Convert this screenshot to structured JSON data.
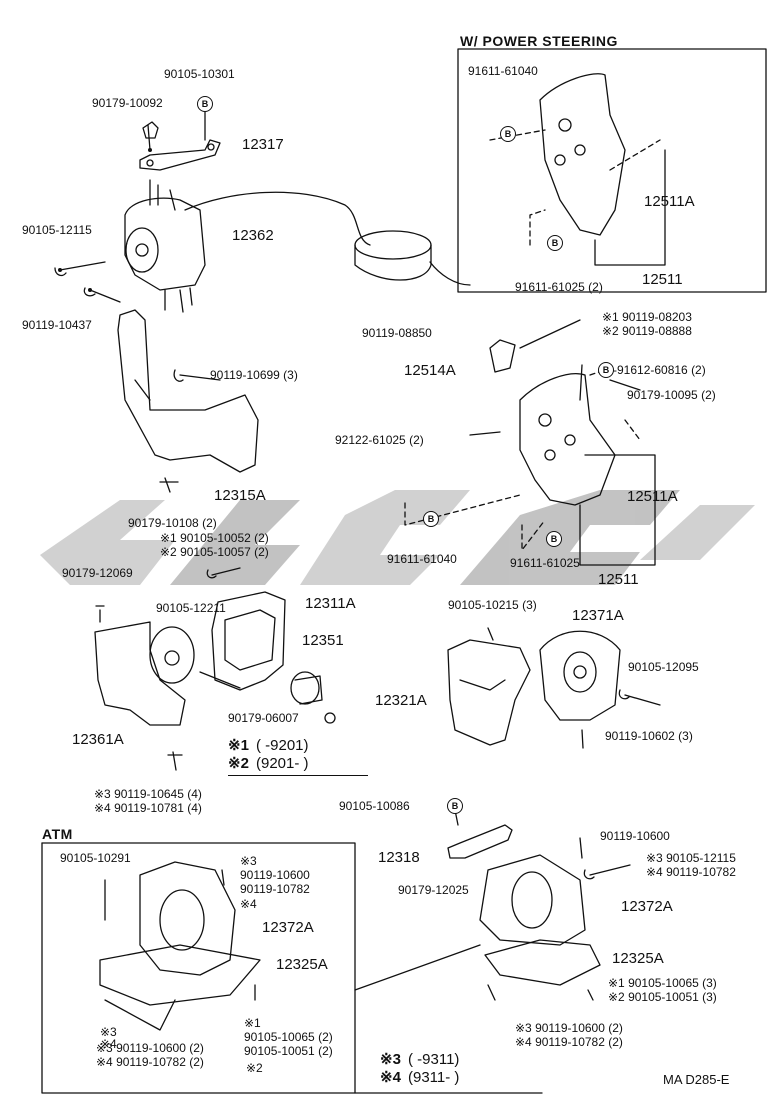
{
  "badge_letter": "B",
  "watermark_colors": [
    "#c9c9c9",
    "#b8b8b8"
  ],
  "sections": {
    "power_steering": "W/ POWER STEERING",
    "atm": "ATM"
  },
  "labels": {
    "p90105_10301": "90105-10301",
    "p90179_10092": "90179-10092",
    "p12317": "12317",
    "p90105_12115": "90105-12115",
    "p12362": "12362",
    "p90119_10437": "90119-10437",
    "p90119_10699": "90119-10699 (3)",
    "p12315A": "12315A",
    "p90179_10108": "90179-10108 (2)",
    "n1_90105_10052": "※1 90105-10052 (2)",
    "n2_90105_10057": "※2 90105-10057 (2)",
    "ps_91611_61040": "91611-61040",
    "ps_12511A": "12511A",
    "ps_91611_61025": "91611-61025 (2)",
    "ps_12511": "12511",
    "p90119_08850": "90119-08850",
    "n1_90119_08203": "※1 90119-08203",
    "n2_90119_08888": "※2 90119-08888",
    "p12514A": "12514A",
    "p91612_60816": "-91612-60816 (2)",
    "p90179_10095": "90179-10095 (2)",
    "p92122_61025": "92122-61025 (2)",
    "m_12511A": "12511A",
    "m_91611_61040": "91611-61040",
    "m_91611_61025": "91611-61025",
    "m_12511": "12511",
    "p90179_12069": "90179-12069",
    "p90105_12211": "90105-12211",
    "p12311A": "12311A",
    "p12351": "12351",
    "p12361A": "12361A",
    "p90179_06007": "90179-06007",
    "n3_90119_10645": "※3 90119-10645 (4)",
    "n4_90119_10781": "※4 90119-10781 (4)",
    "p90105_10215": "90105-10215 (3)",
    "p12371A": "12371A",
    "p90105_12095": "90105-12095",
    "p12321A": "12321A",
    "p90119_10602": "90119-10602 (3)",
    "p90105_10086": "90105-10086",
    "p90119_10600_r": "90119-10600",
    "p12318": "12318",
    "n3_90105_12115": "※3 90105-12115",
    "n4_90119_10782_r": "※4 90119-10782",
    "p90179_12025": "90179-12025",
    "p12372A_r": "12372A",
    "p12325A_r": "12325A",
    "n1_90105_10065_r": "※1 90105-10065 (3)",
    "n2_90105_10051_r": "※2 90105-10051 (3)",
    "n3_90119_10600_r": "※3 90119-10600 (2)",
    "n4_90119_10782_r2": "※4 90119-10782 (2)",
    "atm_90105_10291": "90105-10291",
    "atm_n3": "※3",
    "atm_90119_10600": "90119-10600",
    "atm_90119_10782": "90119-10782",
    "atm_n4": "※4",
    "atm_12372A": "12372A",
    "atm_12325A": "12325A",
    "atm_n1": "※1",
    "atm_90105_10065": "90105-10065 (2)",
    "atm_90105_10051": "90105-10051 (2)",
    "atm_n3b": "※3",
    "atm_n4b": "※4",
    "atm_n3_90119_10600": "※3 90119-10600 (2)",
    "atm_n4_90119_10782": "※4 90119-10782 (2)",
    "atm_n2": "※2",
    "leg1_key": "※1",
    "leg1_val": "(      -9201)",
    "leg2_key": "※2",
    "leg2_val": "(9201-       )",
    "leg3_key": "※3",
    "leg3_val": "(      -9311)",
    "leg4_key": "※4",
    "leg4_val": "(9311-       )",
    "ref_code": "MA D285-E"
  }
}
